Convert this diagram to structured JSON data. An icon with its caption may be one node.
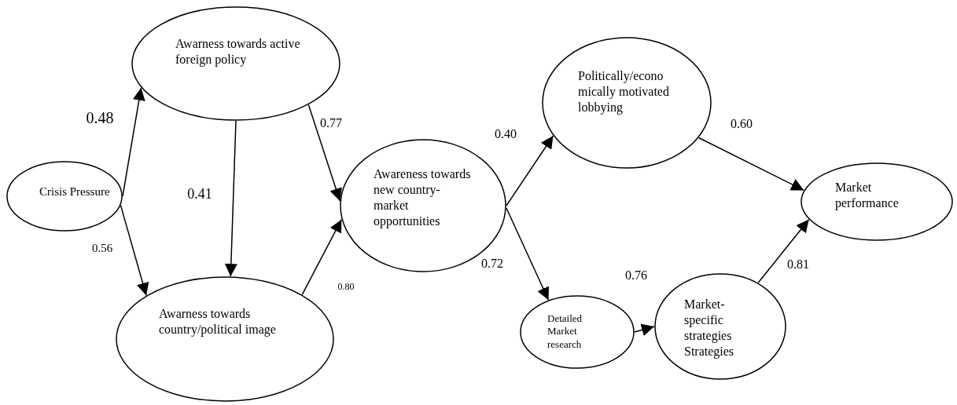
{
  "diagram": {
    "nodes": [
      {
        "text": [
          "Crisis Pressure"
        ]
      },
      {
        "text": [
          "Awarness towards active foreign policy"
        ]
      },
      {
        "text": [
          "Awarness towards country/political image"
        ]
      },
      {
        "text": [
          "Awareness towards new country- market opportunities"
        ]
      },
      {
        "text": [
          "Politically/econo mically motivated lobbying"
        ]
      },
      {
        "text": [
          "Market performance"
        ]
      },
      {
        "text": [
          "Detailed Market research"
        ]
      },
      {
        "text": [
          "Market- specific strategies Strategies"
        ]
      }
    ],
    "edges": [
      {
        "from": 0,
        "to": 1,
        "arrow": "to",
        "label": "0.48"
      },
      {
        "from": 0,
        "to": 2,
        "arrow": "to",
        "label": "0.56"
      },
      {
        "from": 1,
        "to": 2,
        "arrow": "to",
        "label": "0.41"
      },
      {
        "from": 1,
        "to": 3,
        "arrow": "to",
        "label": "0.77"
      },
      {
        "from": 2,
        "to": 3,
        "arrow": "to",
        "label": "0.80"
      },
      {
        "from": 3,
        "to": 4,
        "arrow": "to",
        "label": "0.40"
      },
      {
        "from": 3,
        "to": 6,
        "arrow": "to",
        "label": "0.72"
      },
      {
        "from": 6,
        "to": 7,
        "arrow": "to",
        "label": "0.76"
      },
      {
        "from": 4,
        "to": 5,
        "arrow": "to",
        "label": "0.60"
      },
      {
        "from": 7,
        "to": 5,
        "arrow": "to",
        "label": "0.81"
      }
    ]
  }
}
